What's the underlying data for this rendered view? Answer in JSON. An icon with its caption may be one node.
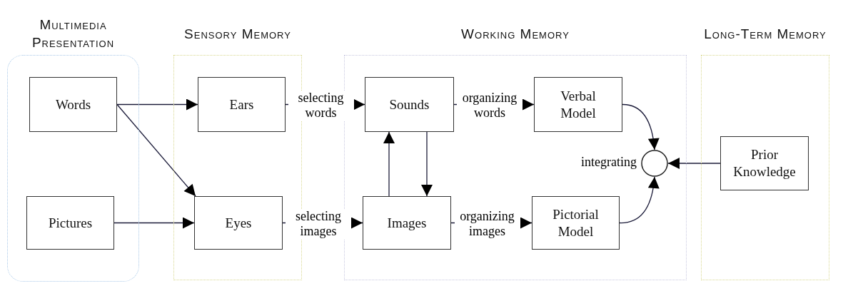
{
  "diagram": {
    "nodes": [
      {
        "text": [
          "Multimedia Presentation"
        ]
      },
      {
        "text": [
          "Words"
        ],
        "in": 0
      },
      {
        "text": [
          "Pictures"
        ],
        "in": 0
      },
      {
        "text": [
          "Sensory Memory"
        ]
      },
      {
        "text": [
          "Ears"
        ],
        "in": 3
      },
      {
        "text": [
          "Eyes"
        ],
        "in": 3
      },
      {
        "text": [
          "Working Memory"
        ]
      },
      {
        "text": [
          "Sounds"
        ],
        "in": 6
      },
      {
        "text": [
          "Images"
        ],
        "in": 6
      },
      {
        "text": [
          "Verbal Model"
        ],
        "in": 6
      },
      {
        "text": [
          "Pictorial Model"
        ],
        "in": 6
      },
      {
        "text": [],
        "shape": "circle",
        "beside": [
          "integrating"
        ],
        "in": 6
      },
      {
        "text": [
          "Long-Term Memory"
        ]
      },
      {
        "text": [
          "Prior Knowledge"
        ],
        "in": 12
      }
    ],
    "edges": [
      {
        "from": 1,
        "to": 4,
        "arrow": "to"
      },
      {
        "from": 1,
        "to": 5,
        "arrow": "to"
      },
      {
        "from": 2,
        "to": 5,
        "arrow": "to"
      },
      {
        "from": 4,
        "to": 7,
        "arrow": "to",
        "label": "selecting words"
      },
      {
        "from": 5,
        "to": 8,
        "arrow": "to",
        "label": "selecting images"
      },
      {
        "from": 7,
        "to": 9,
        "arrow": "to",
        "label": "organizing words"
      },
      {
        "from": 8,
        "to": 10,
        "arrow": "to",
        "label": "organizing images"
      },
      {
        "from": 8,
        "to": 7,
        "arrow": "to"
      },
      {
        "from": 7,
        "to": 8,
        "arrow": "to"
      },
      {
        "from": 9,
        "to": 11,
        "arrow": "to"
      },
      {
        "from": 10,
        "to": 11,
        "arrow": "to"
      },
      {
        "from": 13,
        "to": 11,
        "arrow": "to"
      }
    ]
  }
}
